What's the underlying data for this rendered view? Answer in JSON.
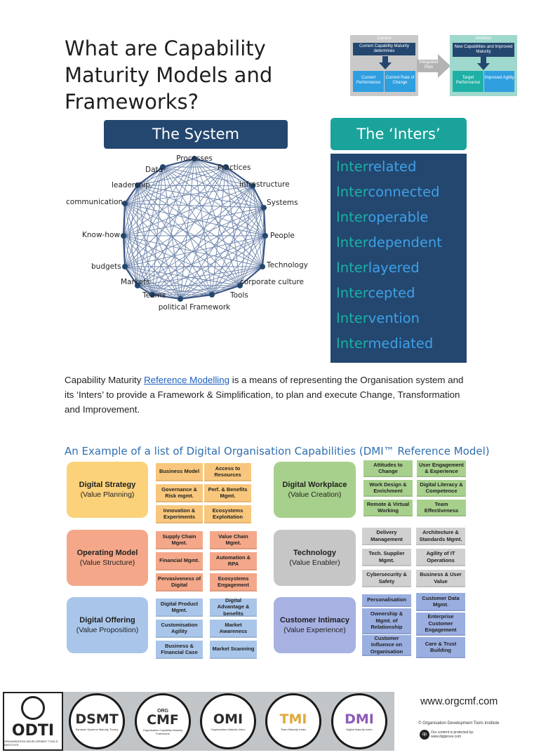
{
  "title": "What are Capability Maturity Models and Frameworks?",
  "integrated_plan": {
    "current_label": "Current",
    "current_box": "Current Capability Maturity determines",
    "current_performance": "Current Performance",
    "current_rate": "Current Rate of Change",
    "arrow_label": "Integrated Plan",
    "ambition_label": "Ambition",
    "ambition_box": "New Capabilities and Improved Maturity",
    "target_performance": "Target Performance",
    "improved_agility": "Improved Agility",
    "colors": {
      "dark": "#24476f",
      "blue": "#2f9fe0",
      "grey": "#c9c9c9",
      "teal": "#9fd8cc"
    }
  },
  "system": {
    "header": "The System",
    "nodes": [
      "Processes",
      "Practices",
      "infrastructure",
      "Systems",
      "People",
      "Technology",
      "corporate culture",
      "Tools",
      "political Framework",
      "Teams",
      "Markets",
      "budgets",
      "Know-how",
      "communication",
      "leadership",
      "Data"
    ]
  },
  "inters": {
    "header": "The ‘Inters’",
    "prefix": "Inter",
    "suffixes": [
      "related",
      "connected",
      "operable",
      "dependent",
      "layered",
      "cepted",
      "vention",
      "mediated"
    ]
  },
  "paragraph": {
    "before": "Capability Maturity ",
    "link": "Reference Modelling",
    "after": " is a means of representing the Organisation system and its ‘Inters’ to provide a Framework & Simplification, to plan and execute Change, Transformation and Improvement."
  },
  "capabilities": {
    "title": "An Example of a list of Digital Organisation Capabilities (DMI™ Reference Model)",
    "domains": [
      {
        "name": "Digital Strategy",
        "sub": "(Value Planning)",
        "caps": [
          "Business Model",
          "Access to Resources",
          "Governance & Risk mgmt.",
          "Perf. & Benefits Mgmt.",
          "Innovation & Experiments",
          "Ecosystems Exploitation"
        ]
      },
      {
        "name": "Digital Workplace",
        "sub": "(Value Creation)",
        "caps": [
          "Attitudes to Change",
          "User Engagement & Experience",
          "Work Design & Enrichment",
          "Digital Literacy & Competence",
          "Remote & Virtual Working",
          "Team Effectiveness"
        ]
      },
      {
        "name": "Operating Model",
        "sub": "(Value Structure)",
        "caps": [
          "Supply Chain Mgmt.",
          "Value Chain Mgmt.",
          "Financial Mgmt.",
          "Automation & RPA",
          "Pervasiveness of Digital",
          "Ecosystems Engagement"
        ]
      },
      {
        "name": "Technology",
        "sub": "(Value Enabler)",
        "caps": [
          "Delivery Management",
          "Architecture & Standards Mgmt.",
          "Tech. Supplier Mgmt.",
          "Agility of IT Operations",
          "Cybersecurity & Safety",
          "Business & User Value"
        ]
      },
      {
        "name": "Digital Offering",
        "sub": "(Value Proposition)",
        "caps": [
          "Digital Product Mgmt.",
          "Digital Advantage & benefits",
          "Customisation Agility",
          "Market Awareness",
          "Business & Financial Case",
          "Market Scanning"
        ]
      },
      {
        "name": "Customer Intimacy",
        "sub": "(Value Experience)",
        "caps": [
          "Personalisation",
          "Customer Data Mgmt.",
          "Ownership & Mgmt. of Relationship",
          "Enterprise Customer Engagement",
          "Customer Influence on Organisation",
          "Care & Trust Building"
        ]
      }
    ],
    "colors": {
      "strategy": "#fbd27a",
      "strategy_cap": "#f8c77d",
      "workplace": "#a8d08d",
      "workplace_cap": "#a8d08d",
      "operating": "#f4a889",
      "operating_cap": "#f4a889",
      "technology": "#c6c6c6",
      "technology_cap": "#d0d0d0",
      "offering": "#a9c6ea",
      "offering_cap": "#a9c6ea",
      "intimacy": "#a7b1e2",
      "intimacy_cap": "#9aaee0"
    }
  },
  "footer": {
    "logos": [
      {
        "name": "ODTI",
        "sub": "ORGANISATION DEVELOPMENT TOOLS INSTITUTE"
      },
      {
        "name": "DSMT",
        "sub": "Dynamic Systems Maturity Theory"
      },
      {
        "name": "CMF",
        "pre": "ORG",
        "sub": "Organisation Capability Maturity Framework"
      },
      {
        "name": "OMI",
        "sub": "Organization Maturity Index"
      },
      {
        "name": "TMI",
        "sub": "Team Maturity Index"
      },
      {
        "name": "DMI",
        "sub": "Digital Maturity Index"
      }
    ],
    "website": "www.orgcmf.com",
    "copyright": "© Organisation Development Tools Institute",
    "protected": "Our content is protected by:",
    "protected_site": "www.digiprove.com",
    "badge": "dp"
  }
}
